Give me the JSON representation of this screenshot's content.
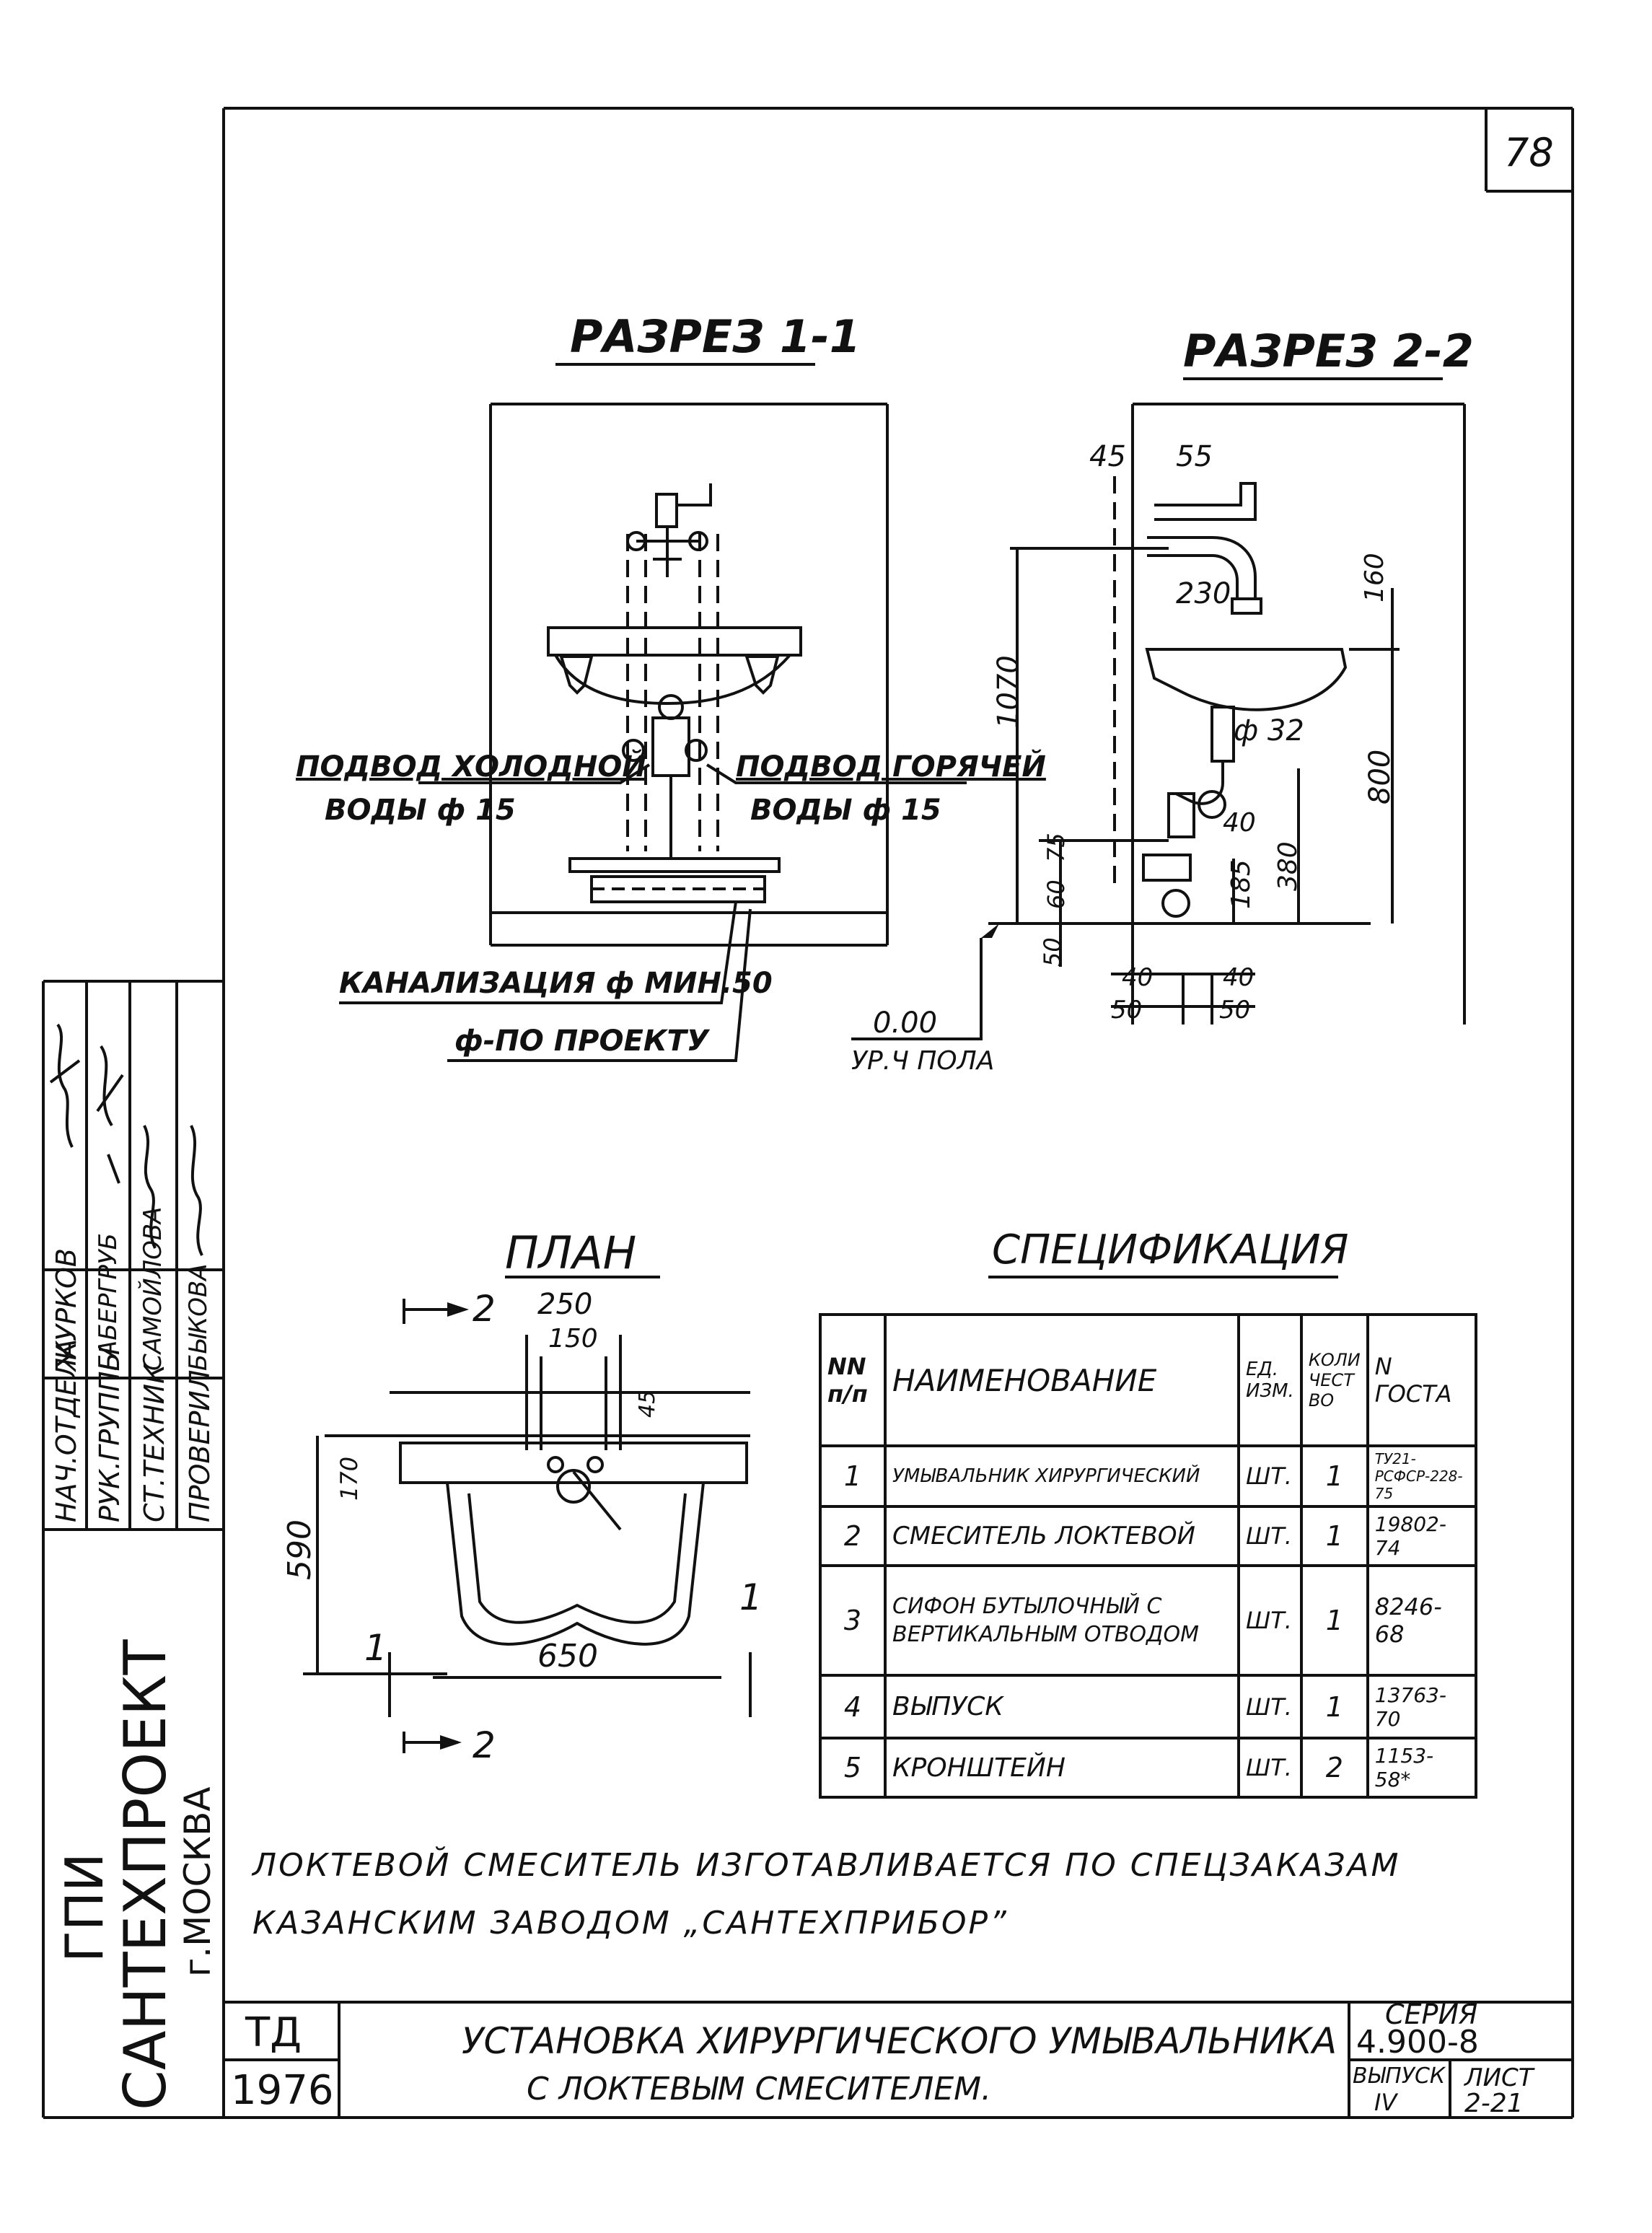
{
  "sheet_number": "78",
  "section_1_title": "РАЗРЕЗ 1-1",
  "section_2_title": "РАЗРЕЗ 2-2",
  "plan_title": "ПЛАН",
  "spec_title": "СПЕЦИФИКАЦИЯ",
  "labels": {
    "cold_supply_1": "ПОДВОД ХОЛОДНОЙ",
    "cold_supply_2": "ВОДЫ ф 15",
    "hot_supply_1": "ПОДВОД ГОРЯЧЕЙ",
    "hot_supply_2": "ВОДЫ ф 15",
    "sewer": "КАНАЛИЗАЦИЯ ф МИН.50",
    "per_project": "ф-ПО ПРОЕКТУ",
    "floor_level_1": "0.00",
    "floor_level_2": "УР.Ч ПОЛА"
  },
  "dimensions": {
    "d45": "45",
    "d55": "55",
    "d230": "230",
    "d160": "160",
    "d1070": "1070",
    "phi32": "ф 32",
    "d800": "800",
    "d40a": "40",
    "d380": "380",
    "d185": "185",
    "d75": "75",
    "d60": "60",
    "d50v": "50",
    "d40b": "40",
    "d50b": "50",
    "d40c": "40",
    "d50c": "50",
    "p250": "250",
    "p150": "150",
    "p45": "45",
    "p170": "170",
    "p590": "590",
    "p650": "650",
    "cut1": "1",
    "cut2": "2"
  },
  "spec": {
    "headers": [
      "NN п/п",
      "НАИМЕНОВАНИЕ",
      "ЕД. ИЗМ.",
      "КОЛИ ЧЕСТ ВО",
      "N ГОСТА"
    ],
    "rows": [
      [
        "1",
        "УМЫВАЛЬНИК ХИРУРГИЧЕСКИЙ",
        "ШТ.",
        "1",
        "ТУ21-РСФСР-228-75"
      ],
      [
        "2",
        "СМЕСИТЕЛЬ ЛОКТЕВОЙ",
        "ШТ.",
        "1",
        "19802-74"
      ],
      [
        "3",
        "СИФОН БУТЫЛОЧНЫЙ С ВЕРТИКАЛЬНЫМ ОТВОДОМ",
        "ШТ.",
        "1",
        "8246-68"
      ],
      [
        "4",
        "ВЫПУСК",
        "ШТ.",
        "1",
        "13763-70"
      ],
      [
        "5",
        "КРОНШТЕЙН",
        "ШТ.",
        "2",
        "1153-58*"
      ]
    ]
  },
  "note_line_1": "ЛОКТЕВОЙ СМЕСИТЕЛЬ ИЗГОТАВЛИВАЕТСЯ ПО СПЕЦЗАКАЗАМ",
  "note_line_2": "КАЗАНСКИМ ЗАВОДОМ „САНТЕХПРИБОР”",
  "title_block": {
    "td": "ТД",
    "year": "1976",
    "title_1": "УСТАНОВКА ХИРУРГИЧЕСКОГО УМЫВАЛЬНИКА",
    "title_2": "С ЛОКТЕВЫМ СМЕСИТЕЛЕМ.",
    "series_label": "СЕРИЯ",
    "series": "4.900-8",
    "issue_label": "ВЫПУСК",
    "issue": "IV",
    "sheet_label": "ЛИСТ",
    "sheet": "2-21"
  },
  "side_stamp": {
    "org_1": "ГПИ",
    "org_2": "САНТЕХПРОЕКТ",
    "org_3": "г.МОСКВА",
    "roles": [
      "НАЧ.ОТДЕЛА",
      "РУК.ГРУППЫ",
      "СТ.ТЕХНИК",
      "ПРОВЕРИЛ"
    ],
    "names": [
      "ЖУРКОВ",
      "ГАБЕРГРУБ",
      "САМОЙЛОВА",
      "БЫКОВА"
    ]
  }
}
